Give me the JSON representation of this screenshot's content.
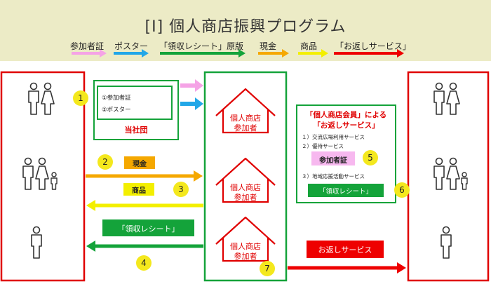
{
  "title": "[I] 個人商店振興プログラム",
  "legend": [
    {
      "label": "参加者証",
      "color": "#f5a3e6"
    },
    {
      "label": "ポスター",
      "color": "#22a7e8"
    },
    {
      "label": "「領収レシート」原版",
      "color": "#14a33a"
    },
    {
      "label": "現金",
      "color": "#f5a800"
    },
    {
      "label": "商品",
      "color": "#f3ef00"
    },
    {
      "label": "「お返しサービス」",
      "color": "#ee0000"
    }
  ],
  "org": {
    "items": [
      "①参加者証",
      "②ポスター"
    ],
    "name": "当社団"
  },
  "shops": [
    {
      "line1": "個人商店",
      "line2": "参加者"
    },
    {
      "line1": "個人商店",
      "line2": "参加者"
    },
    {
      "line1": "個人商店",
      "line2": "参加者"
    }
  ],
  "flows": {
    "cash_label": "現金",
    "goods_label": "商品",
    "receipt_label": "「領収レシート」",
    "service_label": "お返しサービス"
  },
  "member": {
    "title_line1": "「個人商店会員」による",
    "title_line2": "「お返しサービス」",
    "items": [
      "１）交流広場利用サービス",
      "２）優待サービス",
      "３）地域応援活動サービス"
    ],
    "badge": "参加者証",
    "receipt": "「領収レシート」"
  },
  "badges": [
    "1",
    "2",
    "3",
    "4",
    "5",
    "6",
    "7"
  ]
}
